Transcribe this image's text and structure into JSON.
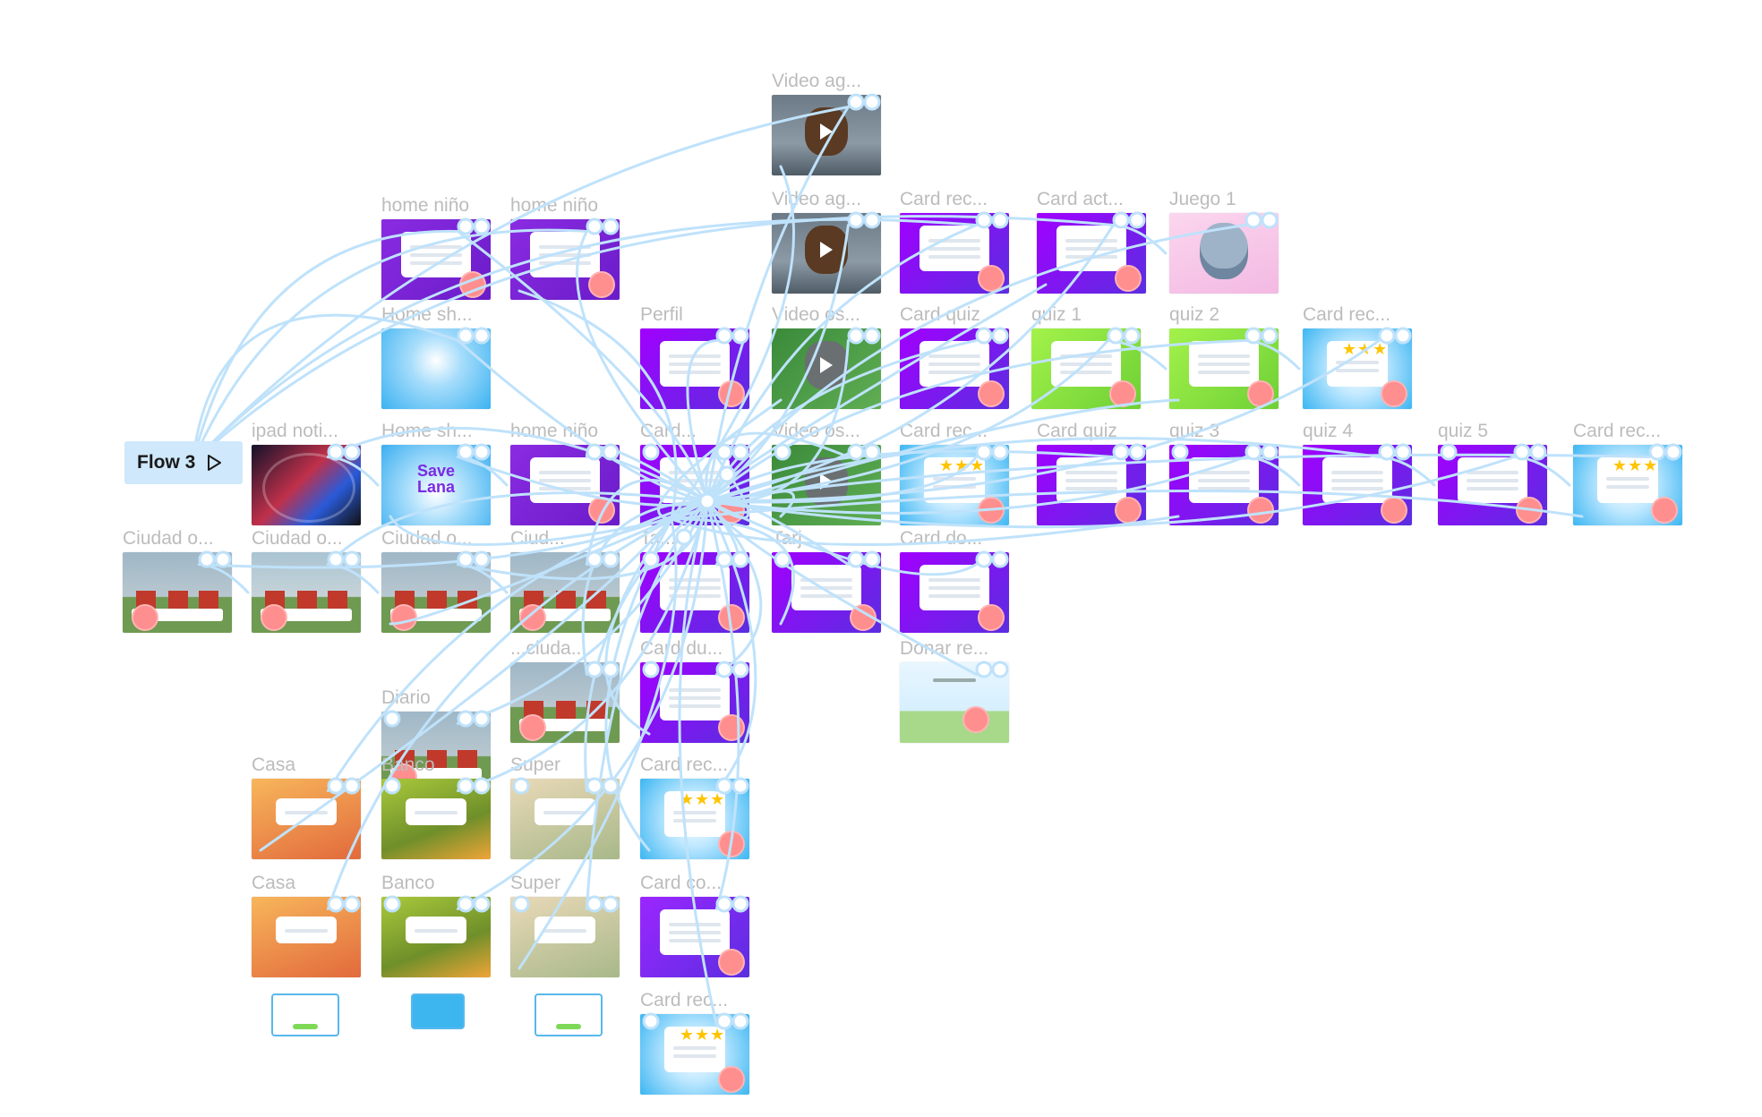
{
  "canvas": {
    "background": "#ffffff",
    "wire_color": "#bfe2fb",
    "label_color": "#bcbcbc"
  },
  "flow": {
    "label": "Flow 3",
    "icon": "play-icon"
  },
  "frames": [
    {
      "id": "video1",
      "label": "Video ag...",
      "style": "video"
    },
    {
      "id": "video2",
      "label": "Video ag...",
      "style": "video"
    },
    {
      "id": "cardrec1",
      "label": "Card rec...",
      "style": "purplecard"
    },
    {
      "id": "cardact",
      "label": "Card act...",
      "style": "purplecard"
    },
    {
      "id": "juego1",
      "label": "Juego 1",
      "style": "koala"
    },
    {
      "id": "homenino1",
      "label": "home niño",
      "style": "homepurple"
    },
    {
      "id": "homenino2",
      "label": "home niño",
      "style": "homepurple"
    },
    {
      "id": "homesh1",
      "label": "Home sh...",
      "style": "sky"
    },
    {
      "id": "perfil",
      "label": "Perfil",
      "style": "purplecard"
    },
    {
      "id": "videoos1",
      "label": "Video os...",
      "style": "greenvideo"
    },
    {
      "id": "cardquiz1",
      "label": "Card quiz",
      "style": "purplecard"
    },
    {
      "id": "quiz1",
      "label": "quiz 1",
      "style": "greencard"
    },
    {
      "id": "quiz2",
      "label": "quiz 2",
      "style": "greencard"
    },
    {
      "id": "cardrec2",
      "label": "Card rec...",
      "style": "skystars"
    },
    {
      "id": "ipadnoti",
      "label": "ipad noti...",
      "style": "dark"
    },
    {
      "id": "homesh2",
      "label": "Home sh...",
      "style": "savelana"
    },
    {
      "id": "homenino3",
      "label": "home niño",
      "style": "homepurple"
    },
    {
      "id": "cardmid",
      "label": "Card...",
      "style": "purplecard"
    },
    {
      "id": "videoos2",
      "label": "Video os...",
      "style": "greenvideo"
    },
    {
      "id": "cardrec3",
      "label": "Card rec...",
      "style": "skystars"
    },
    {
      "id": "cardquiz2",
      "label": "Card quiz",
      "style": "purplecard"
    },
    {
      "id": "quiz3",
      "label": "quiz 3",
      "style": "purplecard"
    },
    {
      "id": "quiz4",
      "label": "quiz 4",
      "style": "purplecard"
    },
    {
      "id": "quiz5",
      "label": "quiz 5",
      "style": "purplecard"
    },
    {
      "id": "cardrec4",
      "label": "Card rec...",
      "style": "skystars"
    },
    {
      "id": "ciudad1",
      "label": "Ciudad o...",
      "style": "town"
    },
    {
      "id": "ciudad2",
      "label": "Ciudad o...",
      "style": "townhouses"
    },
    {
      "id": "ciudad3",
      "label": "Ciudad o...",
      "style": "town"
    },
    {
      "id": "ciudad4",
      "label": "Ciud...",
      "style": "town"
    },
    {
      "id": "tarea",
      "label": "Ta...",
      "style": "purplecard"
    },
    {
      "id": "tarjeta",
      "label": "Tarj...",
      "style": "purplecard"
    },
    {
      "id": "carddo",
      "label": "Card do...",
      "style": "purplecard"
    },
    {
      "id": "ciudad5",
      "label": "...ciuda...",
      "style": "town"
    },
    {
      "id": "carddu",
      "label": "Card du...",
      "style": "purplecard"
    },
    {
      "id": "donar",
      "label": "Donar re...",
      "style": "donar"
    },
    {
      "id": "diario",
      "label": "Diario",
      "style": "town"
    },
    {
      "id": "casa1",
      "label": "Casa",
      "style": "casa"
    },
    {
      "id": "banco1",
      "label": "Banco",
      "style": "banco"
    },
    {
      "id": "super1",
      "label": "Super",
      "style": "super"
    },
    {
      "id": "cardrec5",
      "label": "Card rec...",
      "style": "skystars"
    },
    {
      "id": "casa2",
      "label": "Casa",
      "style": "casa"
    },
    {
      "id": "banco2",
      "label": "Banco",
      "style": "banco"
    },
    {
      "id": "super2",
      "label": "Super",
      "style": "super"
    },
    {
      "id": "cardco",
      "label": "Card co...",
      "style": "purplekid"
    },
    {
      "id": "cardrec6",
      "label": "Card rec...",
      "style": "skystars"
    }
  ],
  "mini_cards": [
    {
      "id": "mini1",
      "kind": "inventory"
    },
    {
      "id": "mini2",
      "kind": "bankcard"
    },
    {
      "id": "mini3",
      "kind": "inventory"
    }
  ],
  "thumb_text": {
    "save_lana": "Save Lana",
    "stars": "★★★"
  }
}
